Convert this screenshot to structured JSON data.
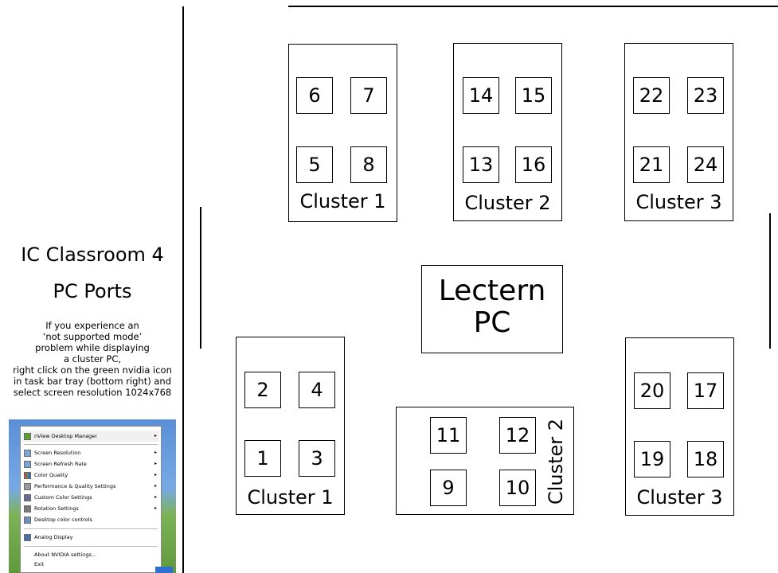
{
  "title": {
    "line1": "IC Classroom 4",
    "line2": "PC Ports"
  },
  "instructions": [
    "If you experience an",
    "‘not supported mode’",
    "problem while displaying",
    "a cluster PC,",
    "right click on the green nvidia icon",
    "in task bar tray (bottom right) and",
    "select screen resolution 1024x768"
  ],
  "clusters": {
    "back_left": {
      "label": "Cluster 1",
      "ports": [
        "6",
        "7",
        "5",
        "8"
      ]
    },
    "back_middle": {
      "label": "Cluster 2",
      "ports": [
        "14",
        "15",
        "13",
        "16"
      ]
    },
    "back_right": {
      "label": "Cluster 3",
      "ports": [
        "22",
        "23",
        "21",
        "24"
      ]
    },
    "front_left": {
      "label": "Cluster 1",
      "ports": [
        "2",
        "4",
        "1",
        "3"
      ]
    },
    "front_middle": {
      "label": "Cluster 2",
      "ports": [
        "11",
        "12",
        "9",
        "10"
      ]
    },
    "front_right": {
      "label": "Cluster 3",
      "ports": [
        "20",
        "17",
        "19",
        "18"
      ]
    }
  },
  "lectern": {
    "line1": "Lectern",
    "line2": "PC"
  },
  "context_menu": {
    "items": [
      {
        "label": "nView Desktop Manager",
        "has_submenu": true
      },
      {
        "label": "Screen Resolution",
        "has_submenu": true
      },
      {
        "label": "Screen Refresh Rate",
        "has_submenu": true
      },
      {
        "label": "Color Quality",
        "has_submenu": true
      },
      {
        "label": "Performance & Quality Settings",
        "has_submenu": true
      },
      {
        "label": "Custom Color Settings",
        "has_submenu": true
      },
      {
        "label": "Rotation Settings",
        "has_submenu": true
      },
      {
        "label": "Desktop color controls",
        "has_submenu": false
      },
      {
        "label": "Analog Display",
        "has_submenu": false
      },
      {
        "label": "About NVIDIA settings...",
        "has_submenu": false
      },
      {
        "label": "Exit",
        "has_submenu": false
      }
    ],
    "submenu_arrow": "▸",
    "icon_colors": [
      "#5aa02c",
      "#7aa7d8",
      "#7aa7d8",
      "#c04848",
      "#9a9a9a",
      "#6b6b9a",
      "#7a7a7a",
      "#6b8fc0",
      "#4a6fa8"
    ]
  }
}
